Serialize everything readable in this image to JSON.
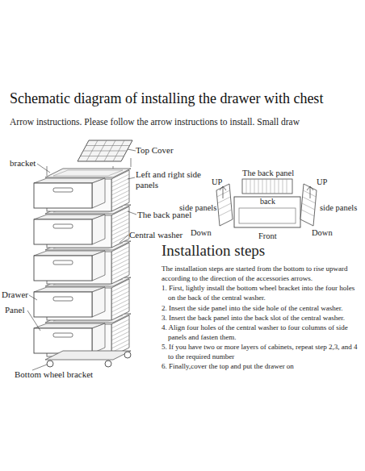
{
  "diagram": {
    "title": "Schematic diagram of installing the drawer with chest",
    "labels": [
      "Arrow instructions. Please follow the arrow instructions to install. Small draw",
      "bracket",
      "Top Cover",
      "Left and right side panels",
      "The back panel",
      "Central washer",
      "Drawer",
      "Panel",
      "Bottom wheel bracket",
      "The back panel",
      "UP",
      "UP",
      "side panels",
      "back",
      "side panels",
      "Down",
      "Front",
      "Down",
      "Installation steps",
      "The installation steps are started from the bottom to rise upward according to the direction of the accessories arrows.",
      "1. First, lightly install the bottom wheel bracket into the four holes on the back of the central washer.",
      "2. Insert the side panel into the side hole of the central washer.",
      "3. Insert the back panel into the back slot of the central washer.",
      "4. Align four holes of the central washer to four columns of side panels and fasten them.",
      "5. If you have two or more layers of cabinets, repeat step 2,3, and 4 to the required number",
      "6. Finally,cover the top and put the drawer on"
    ]
  }
}
